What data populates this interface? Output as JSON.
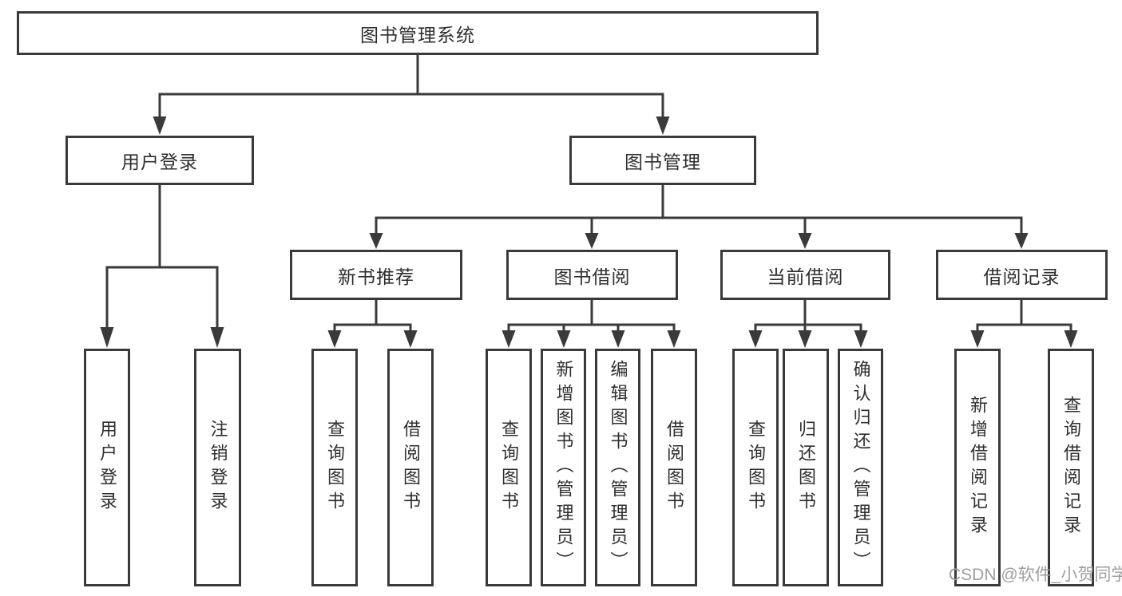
{
  "diagram": {
    "title": "图书管理系统",
    "root": "图书管理系统",
    "level2": [
      "用户登录",
      "图书管理"
    ],
    "level3": [
      "新书推荐",
      "图书借阅",
      "当前借阅",
      "借阅记录"
    ],
    "leaves": [
      "用户登录",
      "注销登录",
      "查询图书",
      "借阅图书",
      "查询图书",
      "新增图书（管理员）",
      "编辑图书（管理员）",
      "借阅图书",
      "查询图书",
      "归还图书",
      "确认归还（管理员）",
      "新增借阅记录",
      "查询借阅记录"
    ]
  },
  "watermark": "CSDN @软件_小贺同学",
  "colors": {
    "line": "#3a3a3a",
    "text": "#2f2f2f",
    "watermark": "#9e9e9e",
    "background": "#ffffff"
  }
}
